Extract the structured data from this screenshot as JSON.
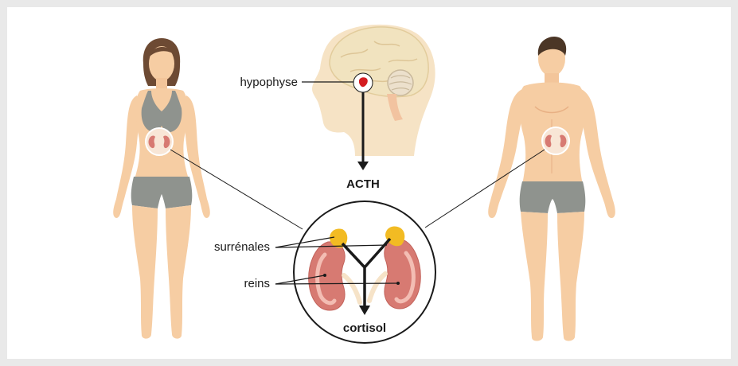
{
  "labels": {
    "pituitary": "hypophyse",
    "hormone": "ACTH",
    "adrenals": "surrénales",
    "kidneys": "reins",
    "output": "cortisol"
  },
  "colors": {
    "background": "#e9e9e9",
    "panel": "#ffffff",
    "skin": "#f6cda3",
    "skin_shadow": "#e8b084",
    "underwear": "#8f938e",
    "hair_female": "#6d4a33",
    "hair_male": "#4b3626",
    "brain": "#f1e3bf",
    "kidney": "#d77a72",
    "kidney_inner": "#f3bdb3",
    "adrenal": "#f2bb23",
    "pituitary": "#d41c20",
    "line": "#1a1a1a"
  }
}
